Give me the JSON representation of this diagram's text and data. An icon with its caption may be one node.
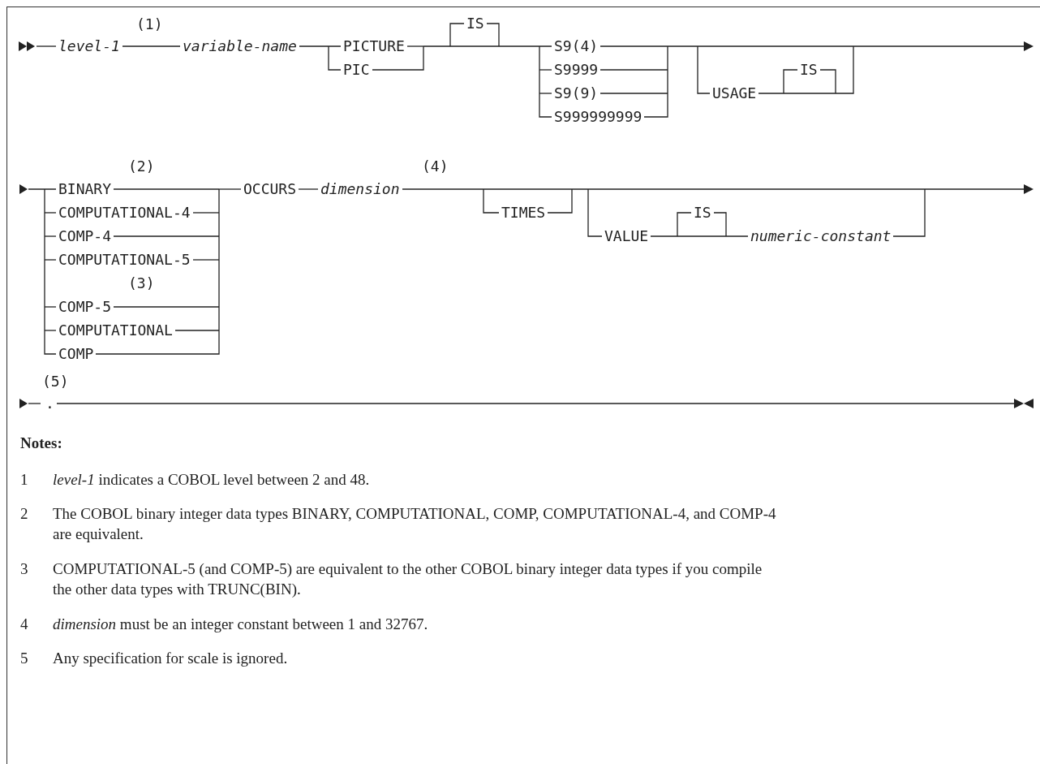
{
  "diagram": {
    "labels": [
      "(1)",
      "level-1",
      "variable-name",
      "PICTURE",
      "PIC",
      "IS",
      "S9(4)",
      "S9999",
      "S9(9)",
      "S999999999",
      "USAGE",
      "IS",
      "(2)",
      "BINARY",
      "COMPUTATIONAL-4",
      "COMP-4",
      "COMPUTATIONAL-5",
      "(3)",
      "COMP-5",
      "COMPUTATIONAL",
      "COMP",
      "OCCURS",
      "dimension",
      "(4)",
      "TIMES",
      "VALUE",
      "IS",
      "numeric-constant",
      "(5)",
      ".",
      "Notes:",
      "1",
      "*level-1* indicates a COBOL level between 2 and 48.",
      "2",
      "The COBOL binary integer data types BINARY, COMPUTATIONAL, COMP, COMPUTATIONAL-4, and COMP-4 are equivalent.",
      "3",
      "COMPUTATIONAL-5 (and COMP-5) are equivalent to the other COBOL binary integer data types if you compile the other data types with TRUNC(BIN).",
      "4",
      "*dimension* must be an integer constant between 1 and 32767.",
      "5",
      "Any specification for scale is ignored."
    ]
  }
}
